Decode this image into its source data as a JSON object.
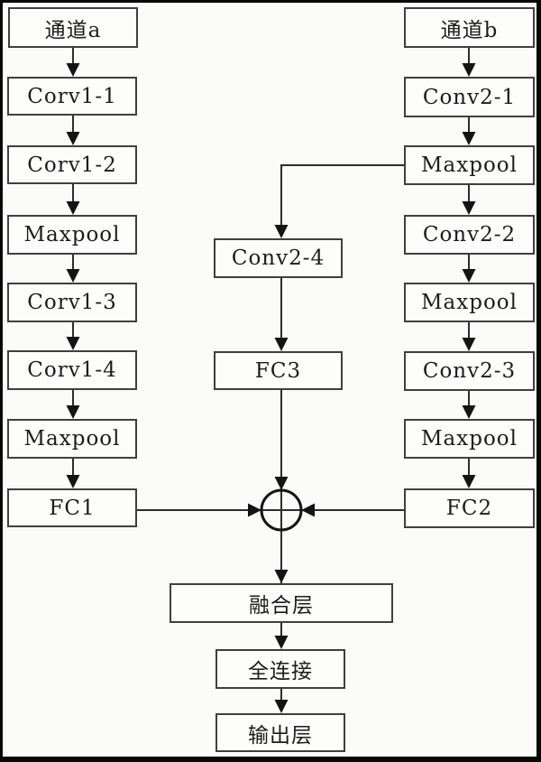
{
  "figure": {
    "type": "flowchart",
    "description": "Two-channel convolutional neural network architecture with feature fusion",
    "nodes": {
      "channel_a": "通道a",
      "conv1_1": "Corv1-1",
      "conv1_2": "Corv1-2",
      "maxpool_a1": "Maxpool",
      "conv1_3": "Corv1-3",
      "conv1_4": "Corv1-4",
      "maxpool_a2": "Maxpool",
      "fc1": "FC1",
      "channel_b": "通道b",
      "conv2_1": "Conv2-1",
      "maxpool_b1": "Maxpool",
      "conv2_2": "Conv2-2",
      "maxpool_b2": "Maxpool",
      "conv2_3": "Conv2-3",
      "maxpool_b3": "Maxpool",
      "fc2": "FC2",
      "conv2_4": "Conv2-4",
      "fc3": "FC3",
      "fusion": "融合层",
      "fully_connected": "全连接",
      "output": "输出层"
    },
    "junction": {
      "shape": "circle-with-crosshair",
      "inputs": [
        "FC1",
        "FC3",
        "FC2"
      ],
      "output": "融合层"
    },
    "edges": [
      "通道a→Corv1-1",
      "Corv1-1→Corv1-2",
      "Corv1-2→Maxpool",
      "Maxpool→Corv1-3",
      "Corv1-3→Corv1-4",
      "Corv1-4→Maxpool",
      "Maxpool→FC1",
      "通道b→Conv2-1",
      "Conv2-1→Maxpool",
      "Maxpool→Conv2-2",
      "Conv2-2→Maxpool",
      "Maxpool→Conv2-3",
      "Conv2-3→Maxpool",
      "Maxpool→FC2",
      "Maxpool(after Conv2-1)→Conv2-4",
      "Conv2-4→FC3",
      "FC1→merge-junction",
      "FC2→merge-junction",
      "FC3→merge-junction",
      "merge-junction→融合层",
      "融合层→全连接",
      "全连接→输出层"
    ],
    "colors": {
      "background": "#fbfbfa",
      "box_border": "#3f3f3f",
      "line": "#2d2d2d",
      "arrowhead": "#141414",
      "page_frame": "#080808"
    }
  }
}
